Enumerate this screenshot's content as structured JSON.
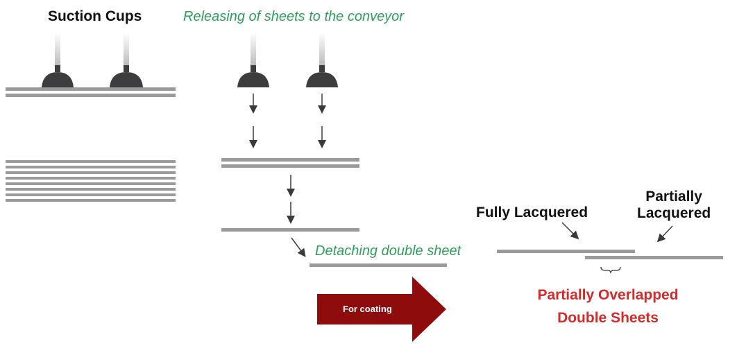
{
  "labels": {
    "suction_cups": "Suction Cups",
    "releasing": "Releasing of sheets to the conveyor",
    "detaching": "Detaching double sheet",
    "for_coating": "For coating",
    "fully_lacquered": "Fully Lacquered",
    "partially_lacquered_line1": "Partially",
    "partially_lacquered_line2": "Lacquered",
    "overlapped_line1": "Partially Overlapped",
    "overlapped_line2": "Double Sheets"
  },
  "colors": {
    "sheet": "#9a9a9c",
    "cup": "#3d3d3f",
    "stem": "#cfcfd1",
    "arrow_small": "#3a3a3a",
    "coating_arrow": "#8e0c0c",
    "green_text": "#2e9e5b",
    "red_text": "#d42a2a"
  }
}
